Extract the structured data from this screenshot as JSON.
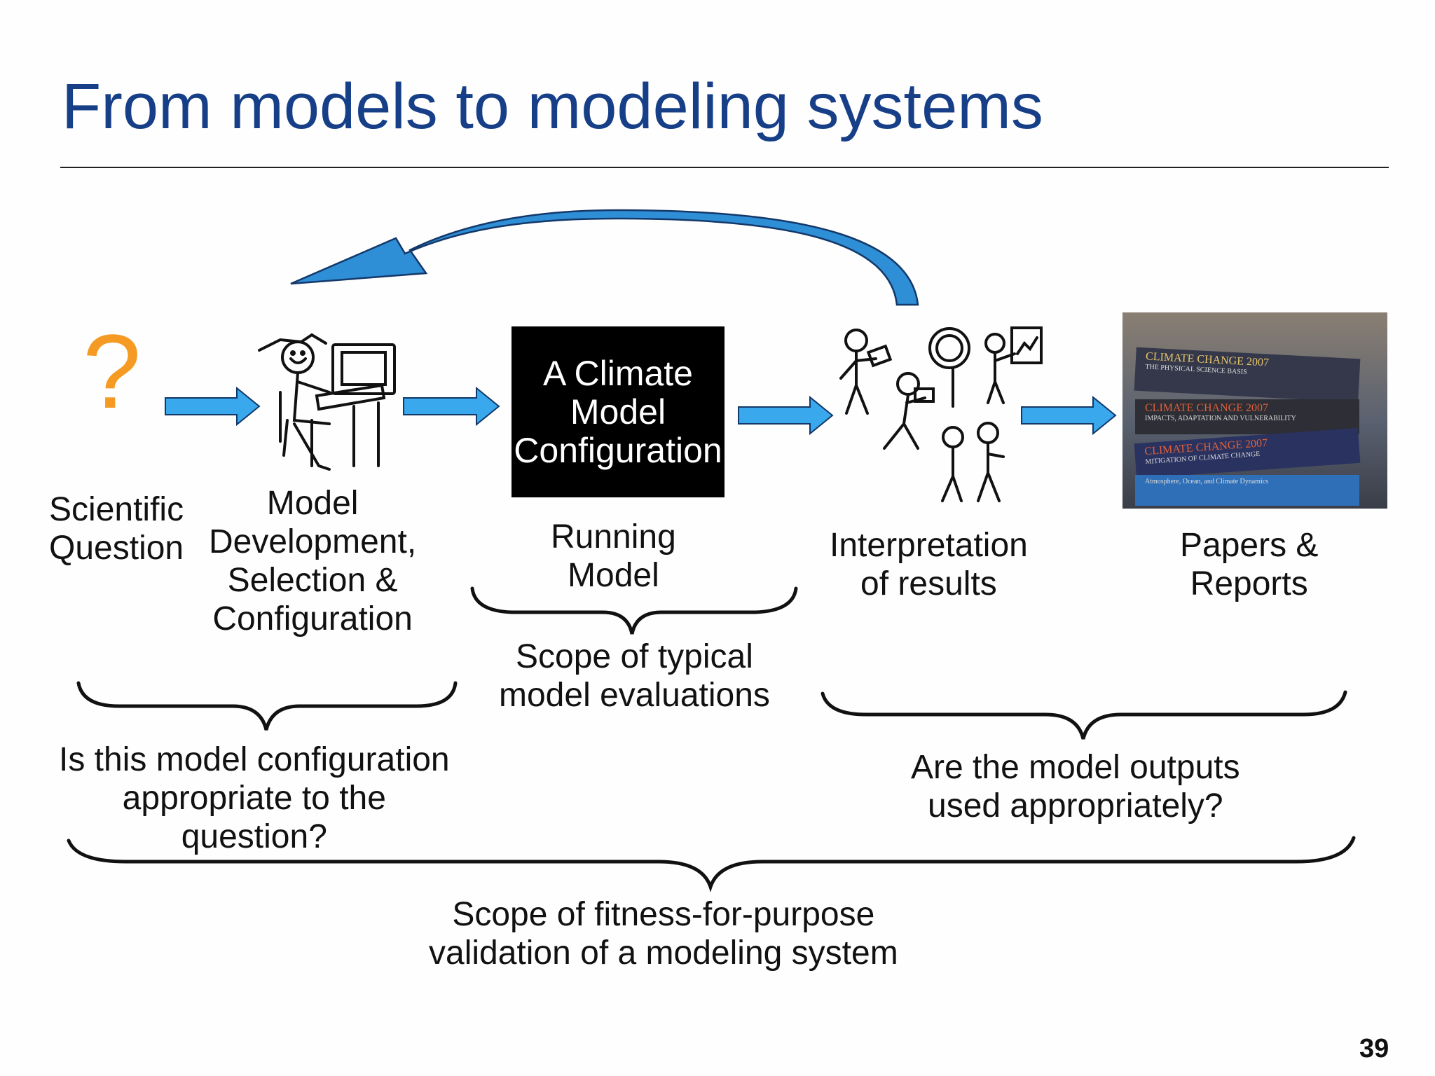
{
  "title": "From models to modeling systems",
  "question_mark": "?",
  "labels": {
    "scientific_question": [
      "Scientific",
      "Question"
    ],
    "model_development": [
      "Model",
      "Development,",
      "Selection &",
      "Configuration"
    ],
    "running_model": [
      "Running",
      "Model"
    ],
    "interpretation": [
      "Interpretation",
      "of results"
    ],
    "papers_reports": [
      "Papers &",
      "Reports"
    ]
  },
  "climate_box": [
    "A Climate",
    "Model",
    "Configuration"
  ],
  "brace_captions": {
    "typical_scope": [
      "Scope of typical",
      "model evaluations"
    ],
    "config_question": [
      "Is this model configuration",
      "appropriate to the",
      "question?"
    ],
    "outputs_question": [
      "Are the model outputs",
      "used appropriately?"
    ],
    "fitness_scope": [
      "Scope of fitness-for-purpose",
      "validation of a modeling system"
    ]
  },
  "books": [
    {
      "title": "CLIMATE CHANGE 2007",
      "subtitle": "THE PHYSICAL SCIENCE BASIS"
    },
    {
      "title": "CLIMATE CHANGE 2007",
      "subtitle": "IMPACTS, ADAPTATION AND VULNERABILITY"
    },
    {
      "title": "CLIMATE CHANGE 2007",
      "subtitle": "MITIGATION OF CLIMATE CHANGE"
    },
    {
      "title": "",
      "subtitle": "Atmosphere, Ocean, and Climate Dynamics"
    }
  ],
  "page_number": "39",
  "colors": {
    "title": "#163f88",
    "arrow": "#3aa8ec",
    "question": "#f59a23"
  }
}
